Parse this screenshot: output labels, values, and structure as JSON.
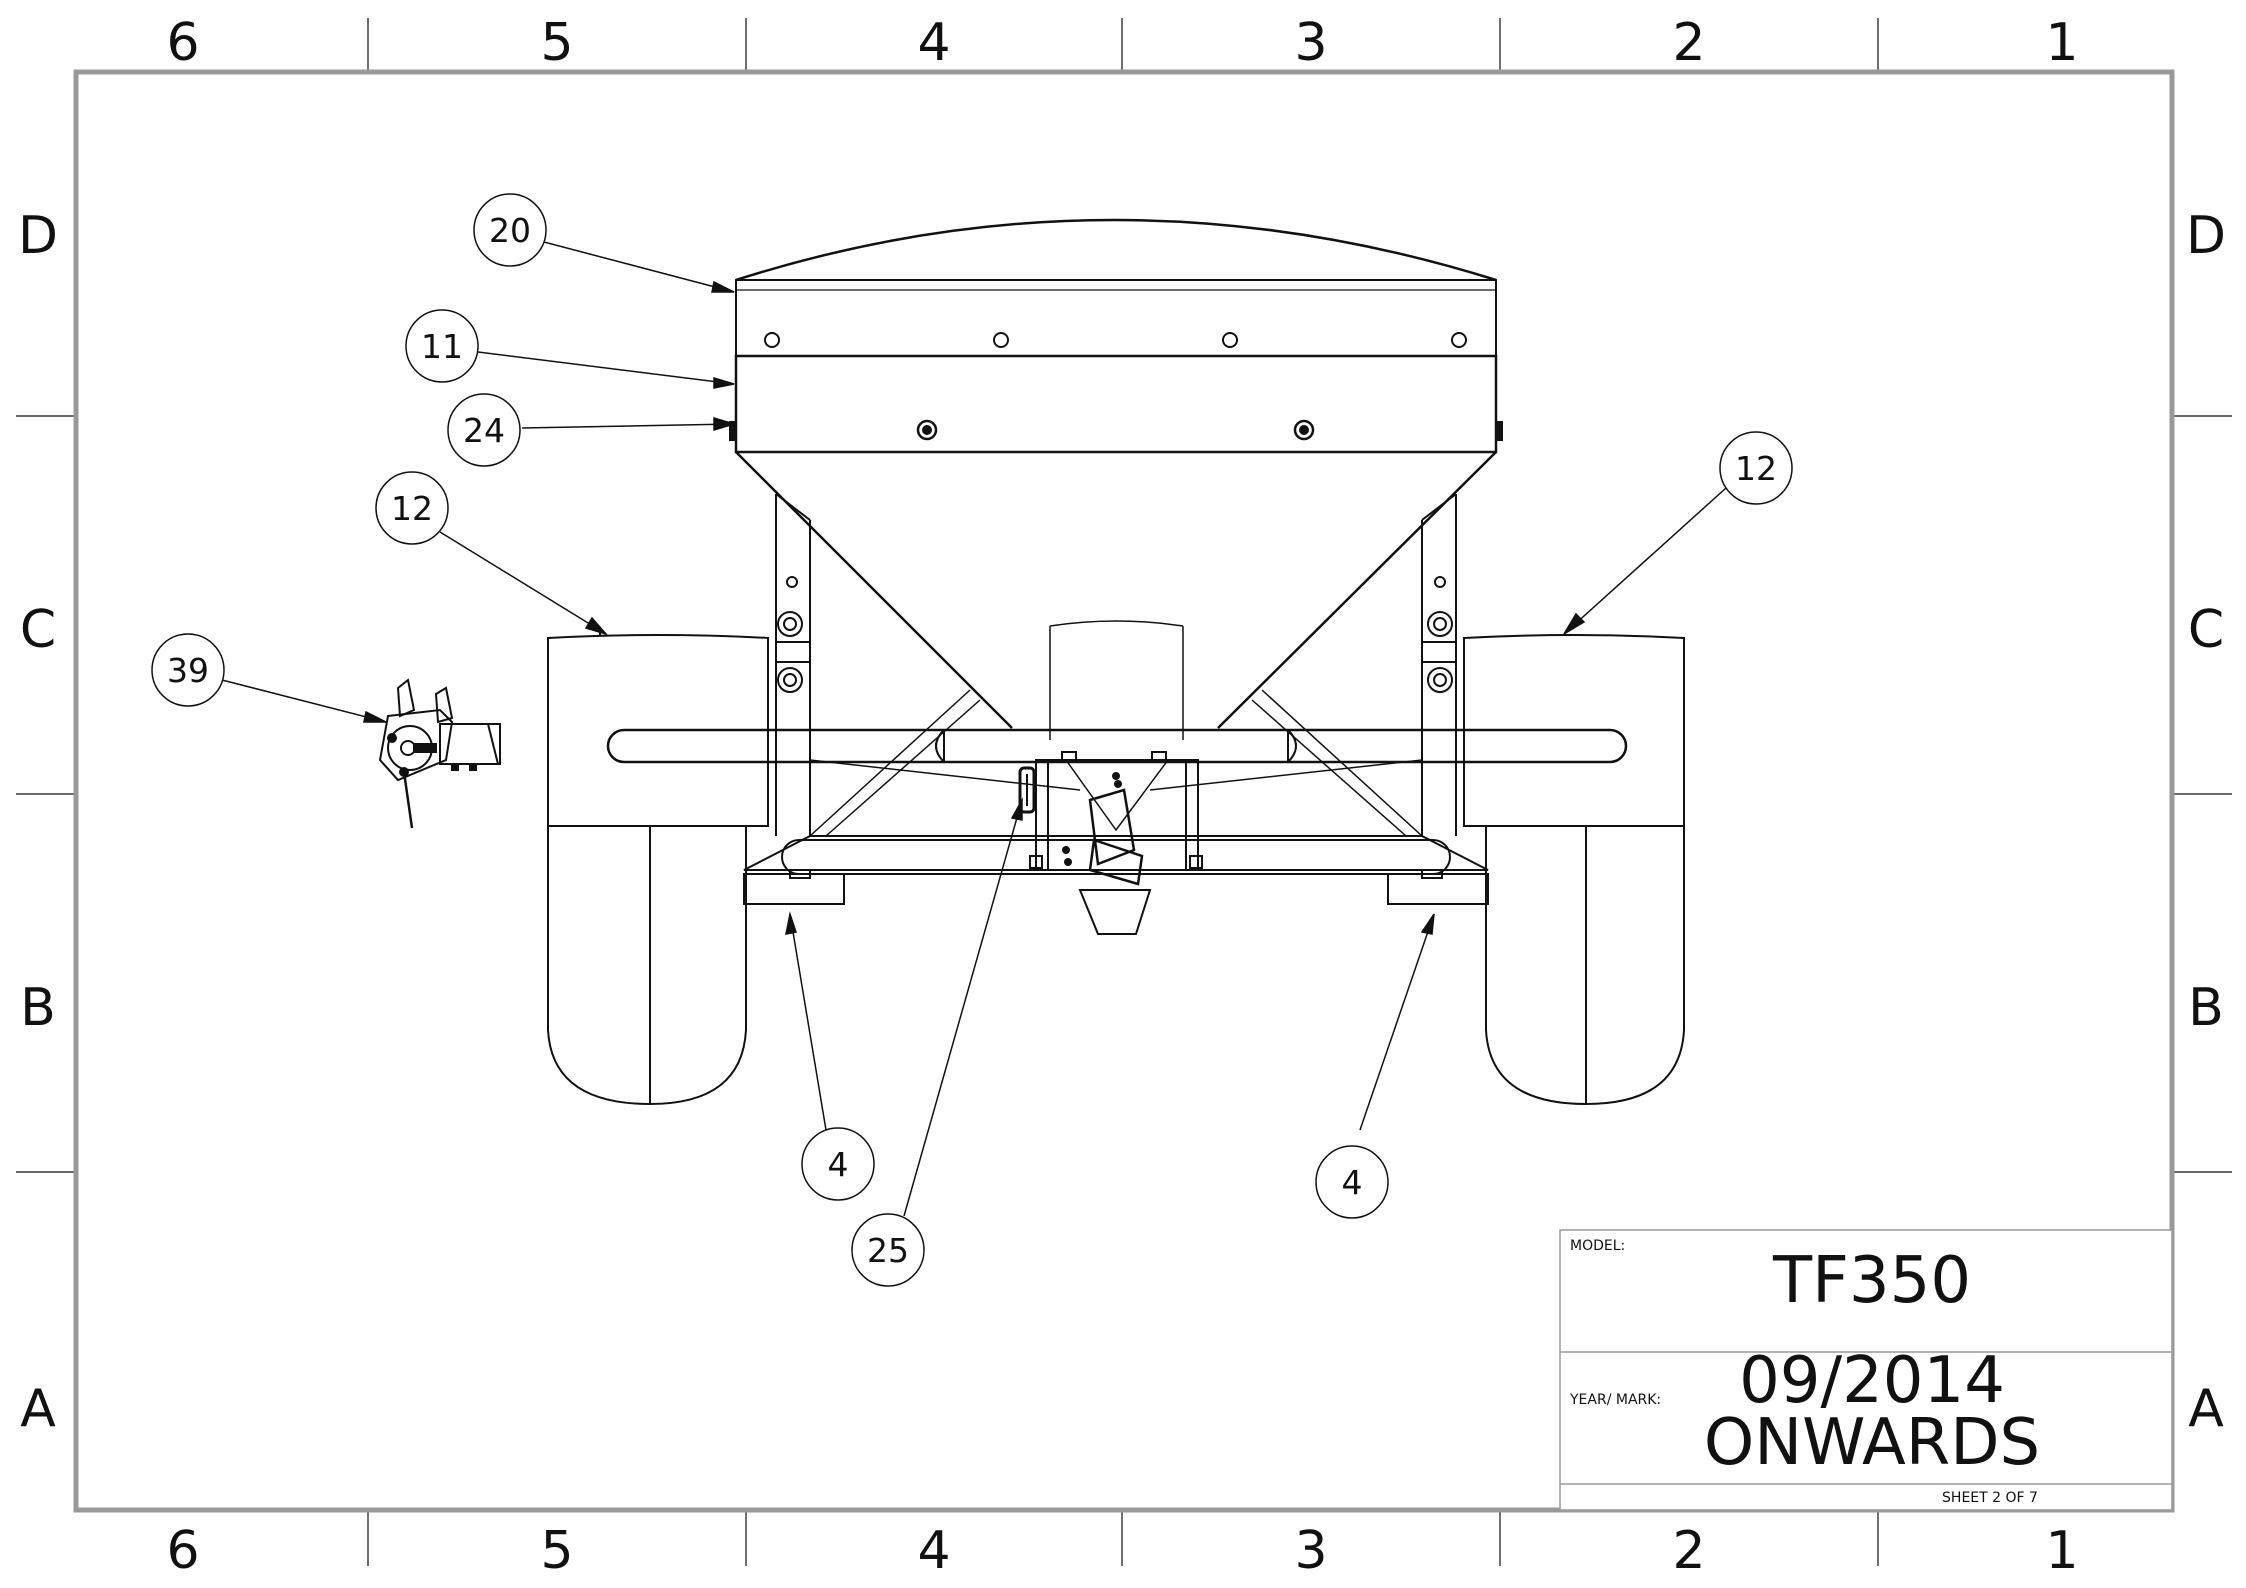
{
  "zones": {
    "columns": [
      "6",
      "5",
      "4",
      "3",
      "2",
      "1"
    ],
    "rows": [
      "D",
      "C",
      "B",
      "A"
    ]
  },
  "balloons": [
    {
      "id": "b20",
      "number": "20"
    },
    {
      "id": "b11",
      "number": "11"
    },
    {
      "id": "b24",
      "number": "24"
    },
    {
      "id": "b12l",
      "number": "12"
    },
    {
      "id": "b12r",
      "number": "12"
    },
    {
      "id": "b39",
      "number": "39"
    },
    {
      "id": "b4l",
      "number": "4"
    },
    {
      "id": "b25",
      "number": "25"
    },
    {
      "id": "b4r",
      "number": "4"
    }
  ],
  "title_block": {
    "model_label": "MODEL:",
    "model_value": "TF350",
    "year_label": "YEAR/ MARK:",
    "year_value_line1": "09/2014",
    "year_value_line2": "ONWARDS",
    "sheet": "SHEET 2 OF 7"
  }
}
